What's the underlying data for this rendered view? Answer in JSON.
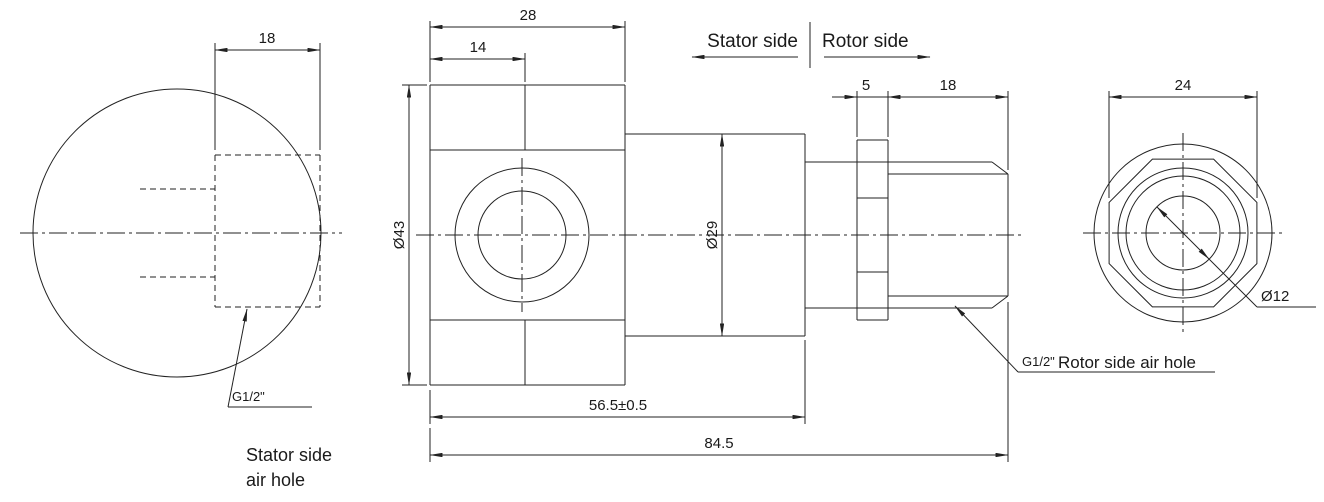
{
  "title": "Rotary joint dimensional drawing",
  "colors": {
    "line": "#222222",
    "text": "#1a1a1a",
    "background": "#ffffff"
  },
  "left_view": {
    "dim_depth": "18",
    "thread_label": "G1/2\"",
    "callout_line1": "Stator side",
    "callout_line2": "air hole"
  },
  "front_view": {
    "dim_width_top": "28",
    "dim_port_offset": "14",
    "dim_body_dia": "Ø43",
    "dim_shaft_dia": "Ø29",
    "dim_groove": "5",
    "dim_thread_len": "18",
    "dim_body_len": "56.5±0.5",
    "dim_overall": "84.5",
    "stator_label": "Stator side",
    "rotor_label": "Rotor side",
    "rotor_thread_label": "G1/2\"",
    "rotor_callout": "Rotor side air hole"
  },
  "right_view": {
    "dim_flats": "24",
    "dim_bore": "Ø12"
  }
}
